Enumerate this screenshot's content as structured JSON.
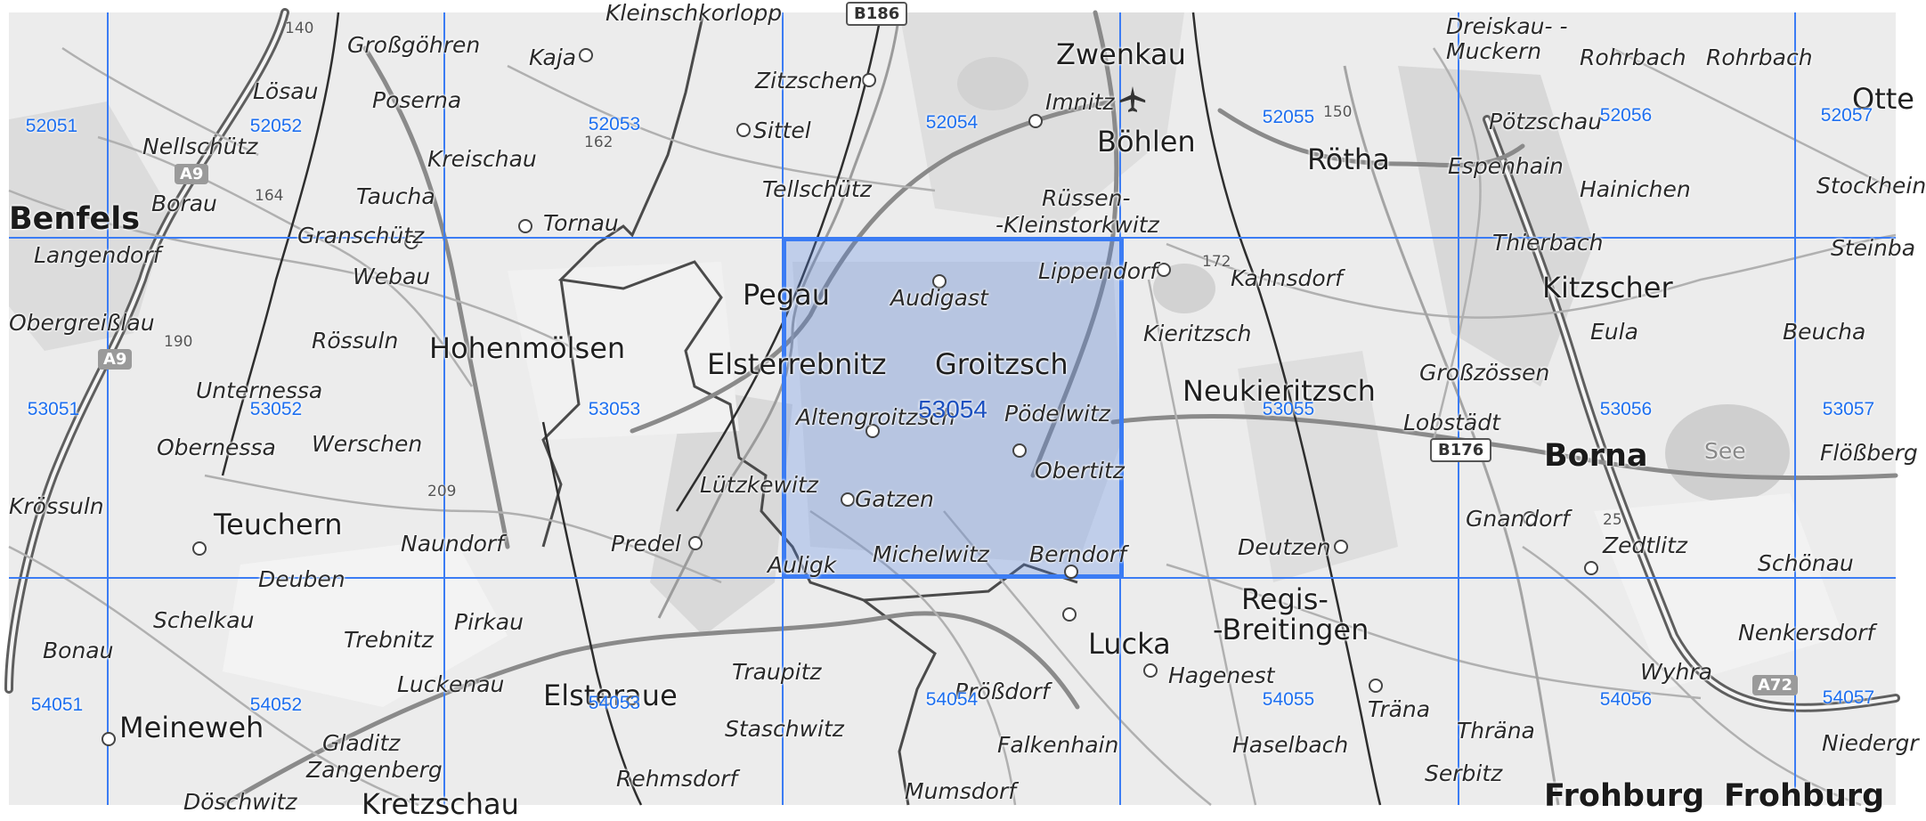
{
  "map": {
    "selected_cell": "53054",
    "grid_color": "#3b7cf4",
    "grid_cells": [
      [
        "52051",
        "52052",
        "52053",
        "52054",
        "52055",
        "52056",
        "52057"
      ],
      [
        "53051",
        "53052",
        "53053",
        "53054",
        "53055",
        "53056",
        "53057"
      ],
      [
        "54051",
        "54052",
        "54053",
        "54054",
        "54055",
        "54056",
        "54057"
      ]
    ],
    "places": [
      {
        "name": "Großgöhren"
      },
      {
        "name": "Kaja"
      },
      {
        "name": "Zitzschen"
      },
      {
        "name": "Zwenkau"
      },
      {
        "name": "Imnitz"
      },
      {
        "name": "Böhlen"
      },
      {
        "name": "Rötha"
      },
      {
        "name": "Dreiskau- -Muckern"
      },
      {
        "name": "Rohrbach"
      },
      {
        "name": "Rohrbach"
      },
      {
        "name": "Lösau"
      },
      {
        "name": "Poserna"
      },
      {
        "name": "Sittel"
      },
      {
        "name": "Pötzschau"
      },
      {
        "name": "Nellschütz"
      },
      {
        "name": "Kreischau"
      },
      {
        "name": "Tellschütz"
      },
      {
        "name": "Rüssen-"
      },
      {
        "name": "-Kleinstorkwitz"
      },
      {
        "name": "Espenhain"
      },
      {
        "name": "Hainichen"
      },
      {
        "name": "Stockhein"
      },
      {
        "name": "Borau"
      },
      {
        "name": "Taucha"
      },
      {
        "name": "Tornau"
      },
      {
        "name": "Granschütz"
      },
      {
        "name": "Langendorf"
      },
      {
        "name": "Webau"
      },
      {
        "name": "Pegau"
      },
      {
        "name": "Audigast"
      },
      {
        "name": "Lippendorf"
      },
      {
        "name": "Kahnsdorf"
      },
      {
        "name": "Thierbach"
      },
      {
        "name": "Kitzscher"
      },
      {
        "name": "Steinba"
      },
      {
        "name": "Obergreißlau"
      },
      {
        "name": "Rössuln"
      },
      {
        "name": "Hohenmölsen"
      },
      {
        "name": "Elsterrebnitz"
      },
      {
        "name": "Groitzsch"
      },
      {
        "name": "Kieritzsch"
      },
      {
        "name": "Eula"
      },
      {
        "name": "Beucha"
      },
      {
        "name": "Großzössen"
      },
      {
        "name": "Unternessa"
      },
      {
        "name": "Altengroitzsch"
      },
      {
        "name": "Pödelwitz"
      },
      {
        "name": "Neukieritzsch"
      },
      {
        "name": "Lobstädt"
      },
      {
        "name": "Obernessa"
      },
      {
        "name": "Werschen"
      },
      {
        "name": "Obertitz"
      },
      {
        "name": "Borna"
      },
      {
        "name": "See"
      },
      {
        "name": "Flößberg"
      },
      {
        "name": "Lützkewitz"
      },
      {
        "name": "Krössuln"
      },
      {
        "name": "Gatzen"
      },
      {
        "name": "Gnandorf"
      },
      {
        "name": "Teuchern"
      },
      {
        "name": "Naundorf"
      },
      {
        "name": "Predel"
      },
      {
        "name": "Deutzen"
      },
      {
        "name": "Zedtlitz"
      },
      {
        "name": "Schönau"
      },
      {
        "name": "Auligk"
      },
      {
        "name": "Michelwitz"
      },
      {
        "name": "Berndorf"
      },
      {
        "name": "Deuben"
      },
      {
        "name": "Regis-"
      },
      {
        "name": "-Breitingen"
      },
      {
        "name": "Schelkau"
      },
      {
        "name": "Nenkersdorf"
      },
      {
        "name": "Bonau"
      },
      {
        "name": "Trebnitz"
      },
      {
        "name": "Pirkau"
      },
      {
        "name": "Lucka"
      },
      {
        "name": "Traupitz"
      },
      {
        "name": "Hagenest"
      },
      {
        "name": "Wyhra"
      },
      {
        "name": "Luckenau"
      },
      {
        "name": "Elsteraue"
      },
      {
        "name": "Prößdorf"
      },
      {
        "name": "Meineweh"
      },
      {
        "name": "Tränа"
      },
      {
        "name": "Staschwitz"
      },
      {
        "name": "Thräna"
      },
      {
        "name": "Gladitz"
      },
      {
        "name": "Falkenhain"
      },
      {
        "name": "Haselbach"
      },
      {
        "name": "Niedergr"
      },
      {
        "name": "Zangenberg"
      },
      {
        "name": "Rehmsdorf"
      },
      {
        "name": "Serbitz"
      },
      {
        "name": "Mumsdorf"
      },
      {
        "name": "Frohburg"
      },
      {
        "name": "Frohburg"
      },
      {
        "name": "Döschwitz"
      },
      {
        "name": "Kretzschau"
      },
      {
        "name": "Benfels"
      },
      {
        "name": "Otte"
      },
      {
        "name": "Kleinschkorlopp"
      }
    ],
    "elevations": [
      "140",
      "162",
      "164",
      "150",
      "172",
      "190",
      "209",
      "25"
    ],
    "roads": [
      "A9",
      "A9",
      "B176",
      "A72",
      "B186"
    ]
  }
}
